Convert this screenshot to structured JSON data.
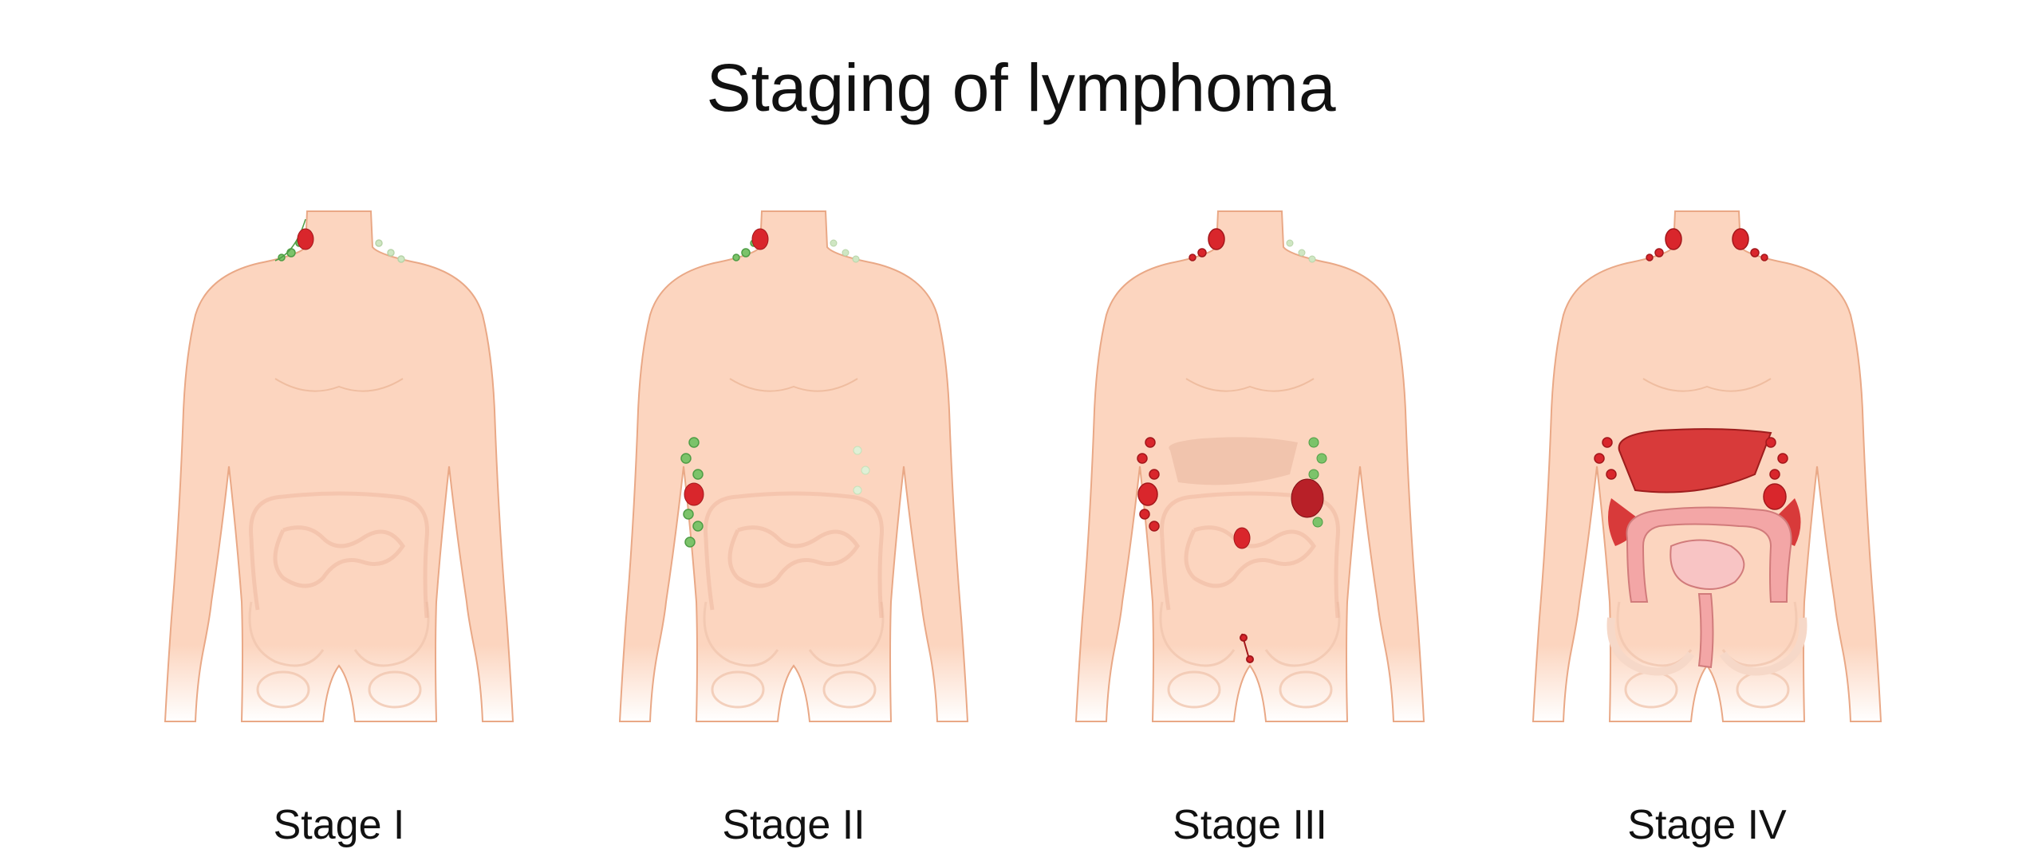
{
  "title": "Staging of lymphoma",
  "stages": [
    {
      "label": "Stage I"
    },
    {
      "label": "Stage II"
    },
    {
      "label": "Stage III"
    },
    {
      "label": "Stage IV"
    }
  ],
  "colors": {
    "skin": "#fcd5bf",
    "skin_outline": "#e9a886",
    "node_healthy": "#7cc36a",
    "node_affected": "#d9262c",
    "organ_affected": "#d83a3a",
    "intestine": "#f3a6a6"
  }
}
